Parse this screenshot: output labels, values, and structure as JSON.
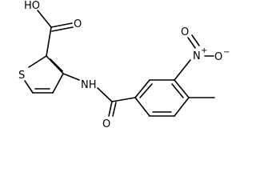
{
  "structure": {
    "labels": {
      "carboxyl_oh": "HO",
      "carboxyl_o": "O",
      "thiophene_s": "S",
      "amide_nh": "NH",
      "amide_o": "O",
      "nitro_n": "N",
      "nitro_n_charge": "+",
      "nitro_o_top": "O",
      "nitro_o_right": "O",
      "nitro_o_charge": "−"
    }
  }
}
